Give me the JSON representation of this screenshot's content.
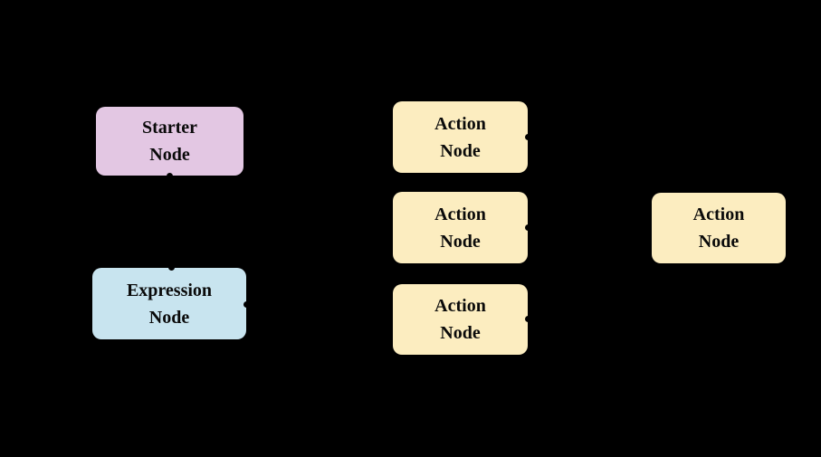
{
  "diagram": {
    "background_color": "#000000",
    "text_color": "#0a0a0a",
    "handle_color": "#000000",
    "nodes": {
      "starter": {
        "type": "starter",
        "label": [
          "Starter",
          "Node"
        ],
        "fill": "#e3c7e3",
        "handles": [
          "bottom-center"
        ]
      },
      "expression": {
        "type": "expression",
        "label": [
          "Expression",
          "Node"
        ],
        "fill": "#c8e4ef",
        "handles": [
          "top-center",
          "right-center"
        ]
      },
      "action1": {
        "type": "action",
        "label": [
          "Action",
          "Node"
        ],
        "fill": "#fcedc0",
        "handles": [
          "right-center"
        ]
      },
      "action2": {
        "type": "action",
        "label": [
          "Action",
          "Node"
        ],
        "fill": "#fcedc0",
        "handles": [
          "right-center"
        ]
      },
      "action3": {
        "type": "action",
        "label": [
          "Action",
          "Node"
        ],
        "fill": "#fcedc0",
        "handles": [
          "right-center"
        ]
      },
      "action4": {
        "type": "action",
        "label": [
          "Action",
          "Node"
        ],
        "fill": "#fcedc0",
        "handles": []
      }
    }
  }
}
